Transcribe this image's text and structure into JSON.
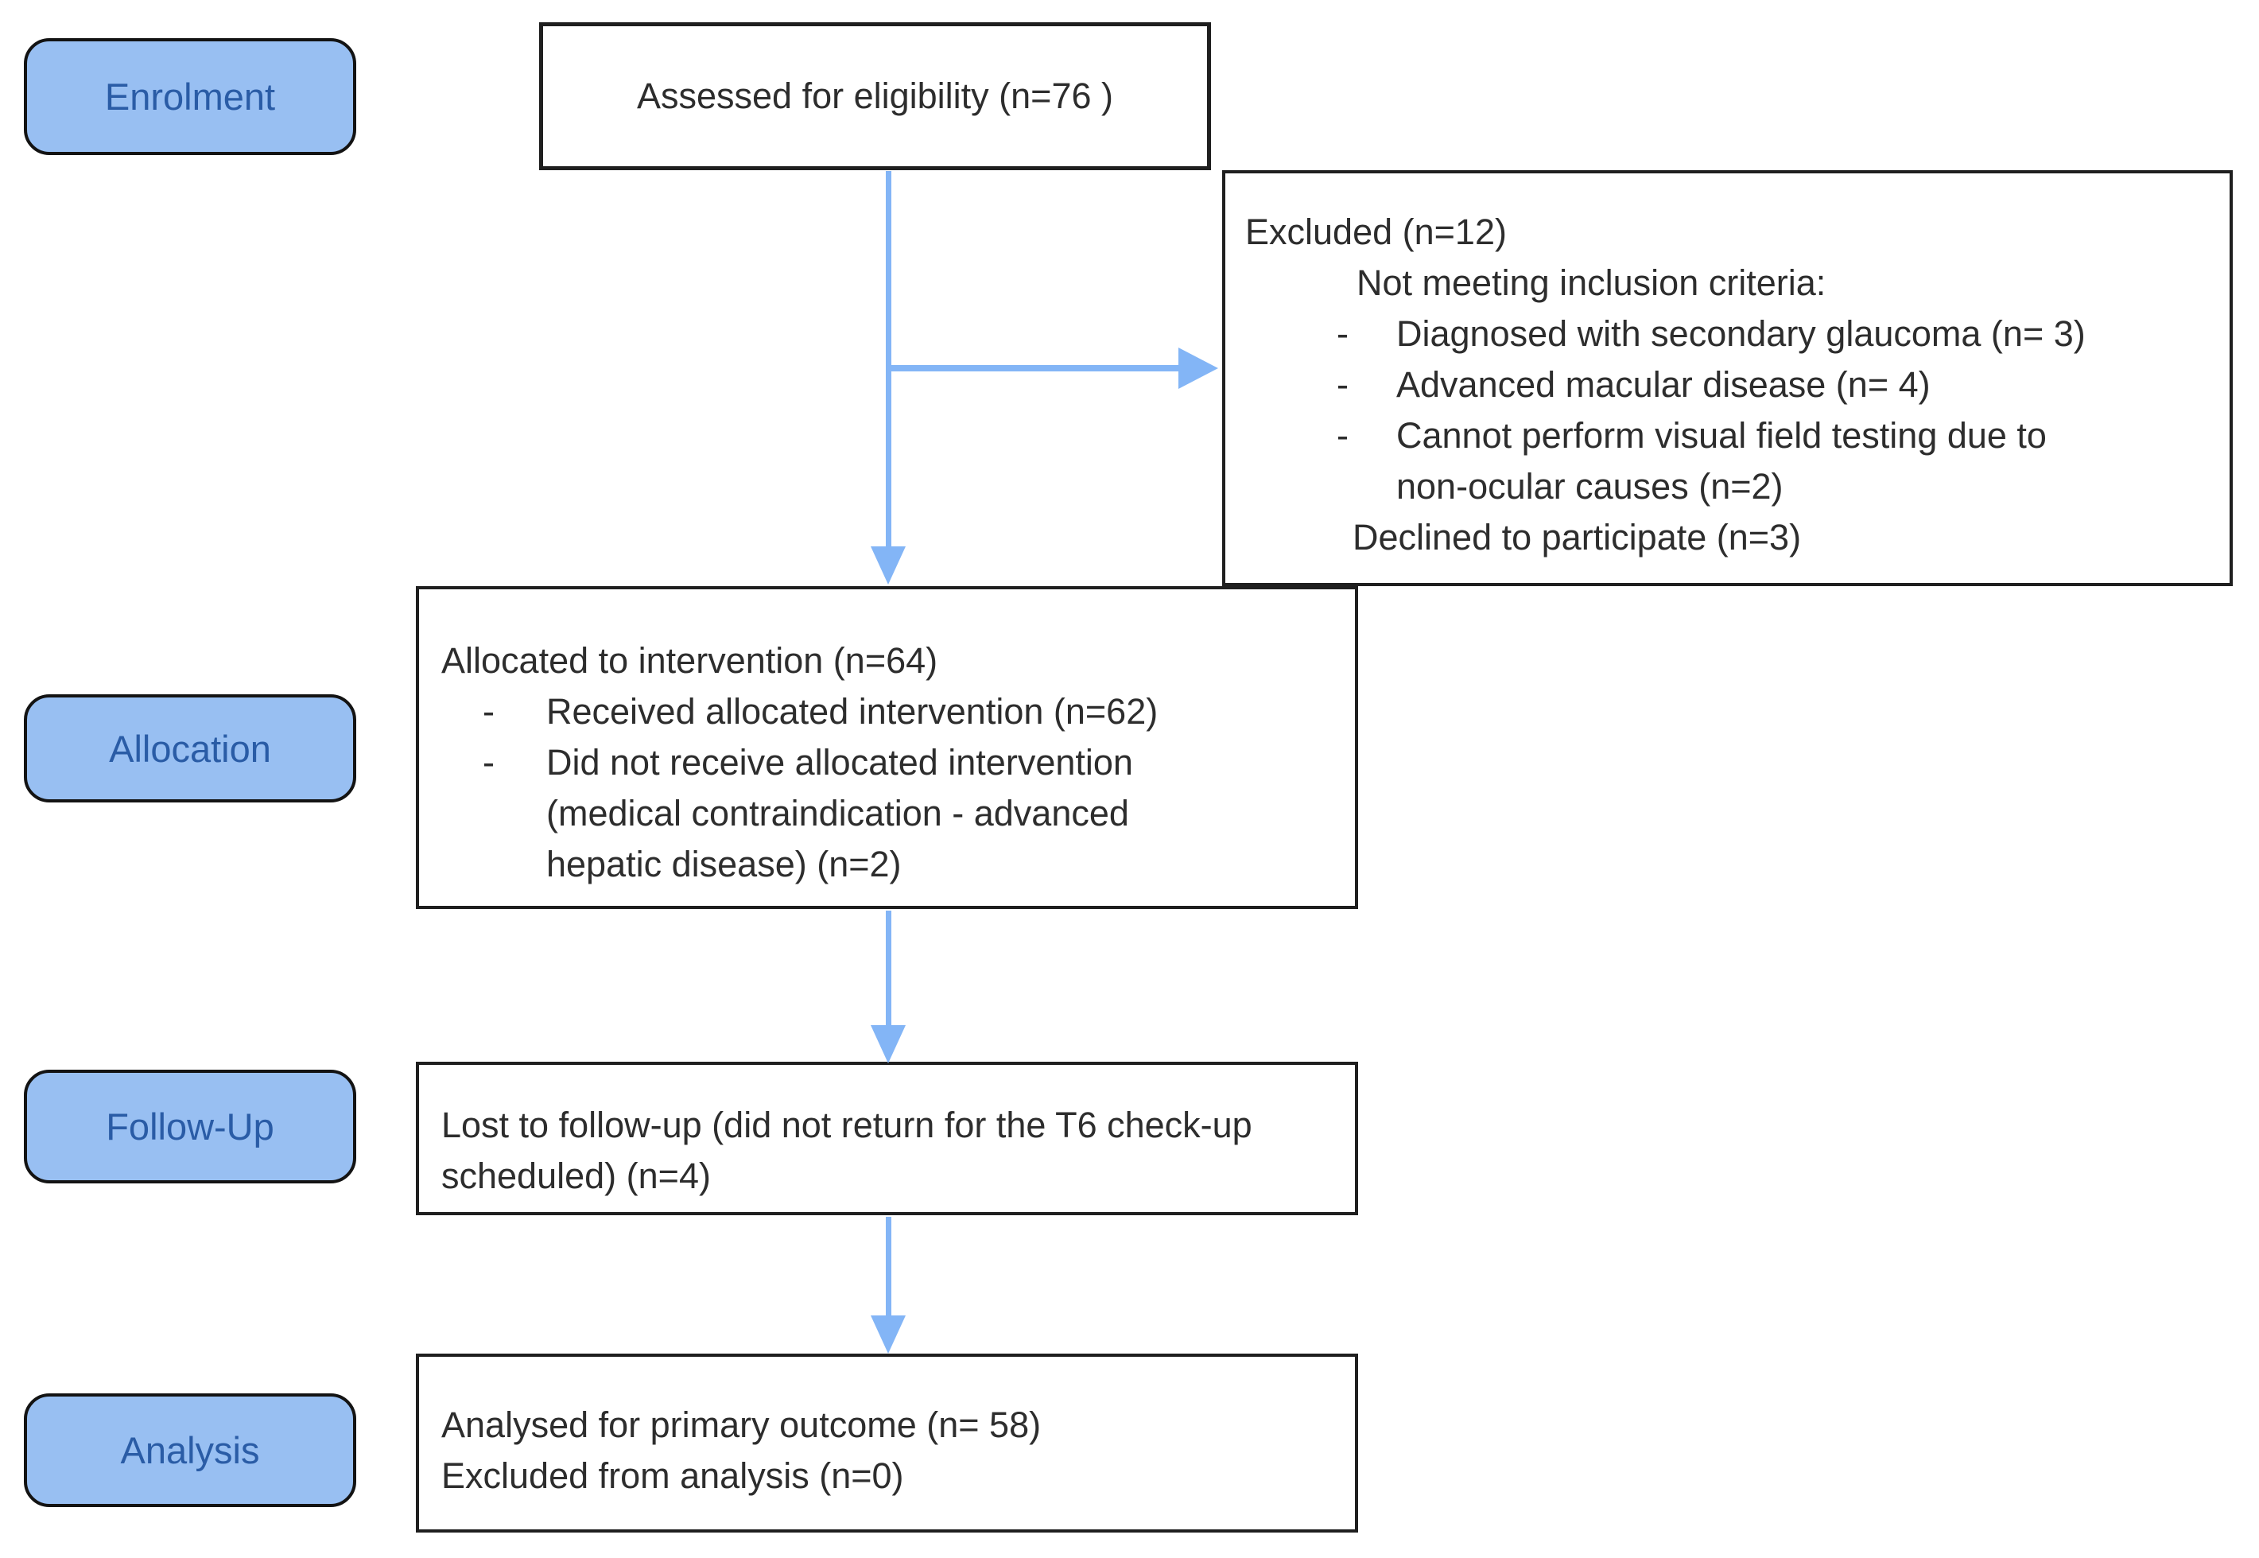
{
  "colors": {
    "stage_fill": "#98BFF2",
    "stage_text": "#2A5CA6",
    "arrow": "#83B5F6",
    "box_border": "#1F1F1F",
    "box_text": "#2D2D2D"
  },
  "bullet_marker": "-",
  "stages": [
    {
      "label": "Enrolment"
    },
    {
      "label": "Allocation"
    },
    {
      "label": "Follow-Up"
    },
    {
      "label": "Analysis"
    }
  ],
  "boxes": {
    "assessed": {
      "text": "Assessed for eligibility (n=76 )"
    },
    "excluded": {
      "title": "Excluded (n=12)",
      "subtitle": "Not meeting inclusion criteria:",
      "bullets": [
        "Diagnosed with secondary glaucoma (n= 3)",
        "Advanced macular disease (n= 4)",
        "Cannot perform visual field testing due to\nnon-ocular causes (n=2)"
      ],
      "declined": "Declined to participate (n=3)"
    },
    "allocated": {
      "title": "Allocated to intervention (n=64)",
      "bullets": [
        "Received allocated intervention (n=62)",
        "Did not receive allocated intervention\n(medical contraindication - advanced\nhepatic disease) (n=2)"
      ]
    },
    "followup": {
      "text": "Lost to follow-up (did not return for the T6 check-up\nscheduled) (n=4)"
    },
    "analysis": {
      "lines": [
        "Analysed for primary outcome (n= 58)",
        "Excluded from analysis (n=0)"
      ]
    }
  }
}
